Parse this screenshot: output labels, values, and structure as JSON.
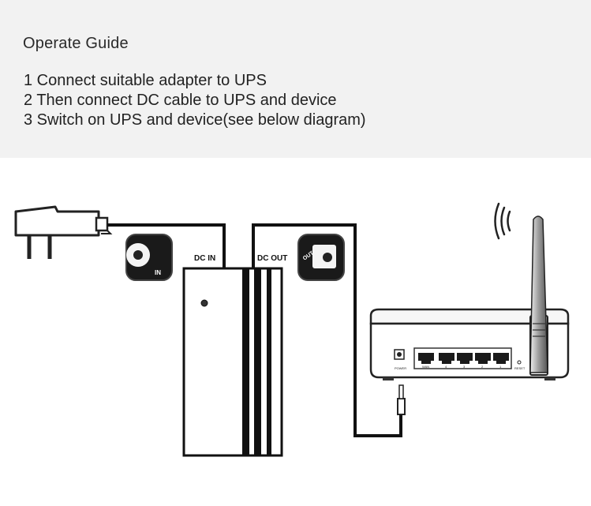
{
  "guide": {
    "title": "Operate Guide",
    "steps": [
      "1 Connect suitable adapter to UPS",
      "2 Then connect DC cable to UPS and device",
      "3 Switch on UPS and device(see below diagram)"
    ]
  },
  "diagram": {
    "dc_in_label": "DC IN",
    "dc_out_label": "DC OUT",
    "in_port_label": "IN",
    "out_port_label": "OUT",
    "router": {
      "power_label": "POWER",
      "wan_label": "WAN",
      "lan_labels": [
        "4",
        "3",
        "2",
        "1"
      ],
      "reset_label": "RESET"
    }
  }
}
